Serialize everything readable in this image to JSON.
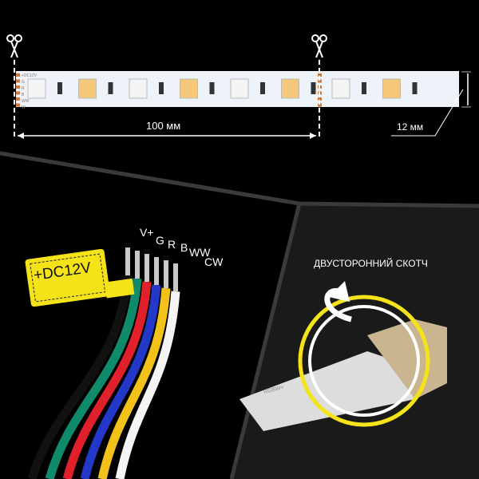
{
  "strip": {
    "pad_labels": [
      "+DC12V",
      "G",
      "R",
      "B",
      "WW",
      "W"
    ],
    "length_label": "100 мм",
    "width_label": "12 мм"
  },
  "wires": {
    "tag_label": "+DC12V",
    "labels": [
      "V+",
      "G",
      "R",
      "B",
      "WW",
      "CW"
    ],
    "colors": [
      "#111111",
      "#0f8a6a",
      "#e0202a",
      "#2338c8",
      "#f2c21a",
      "#f4f4f4"
    ]
  },
  "tape": {
    "label": "ДВУСТОРОННИЙ СКОТЧ",
    "connector_text": "RGBW+"
  },
  "colors": {
    "accent_yellow": "#f5e31a",
    "ring_white": "#ffffff"
  }
}
